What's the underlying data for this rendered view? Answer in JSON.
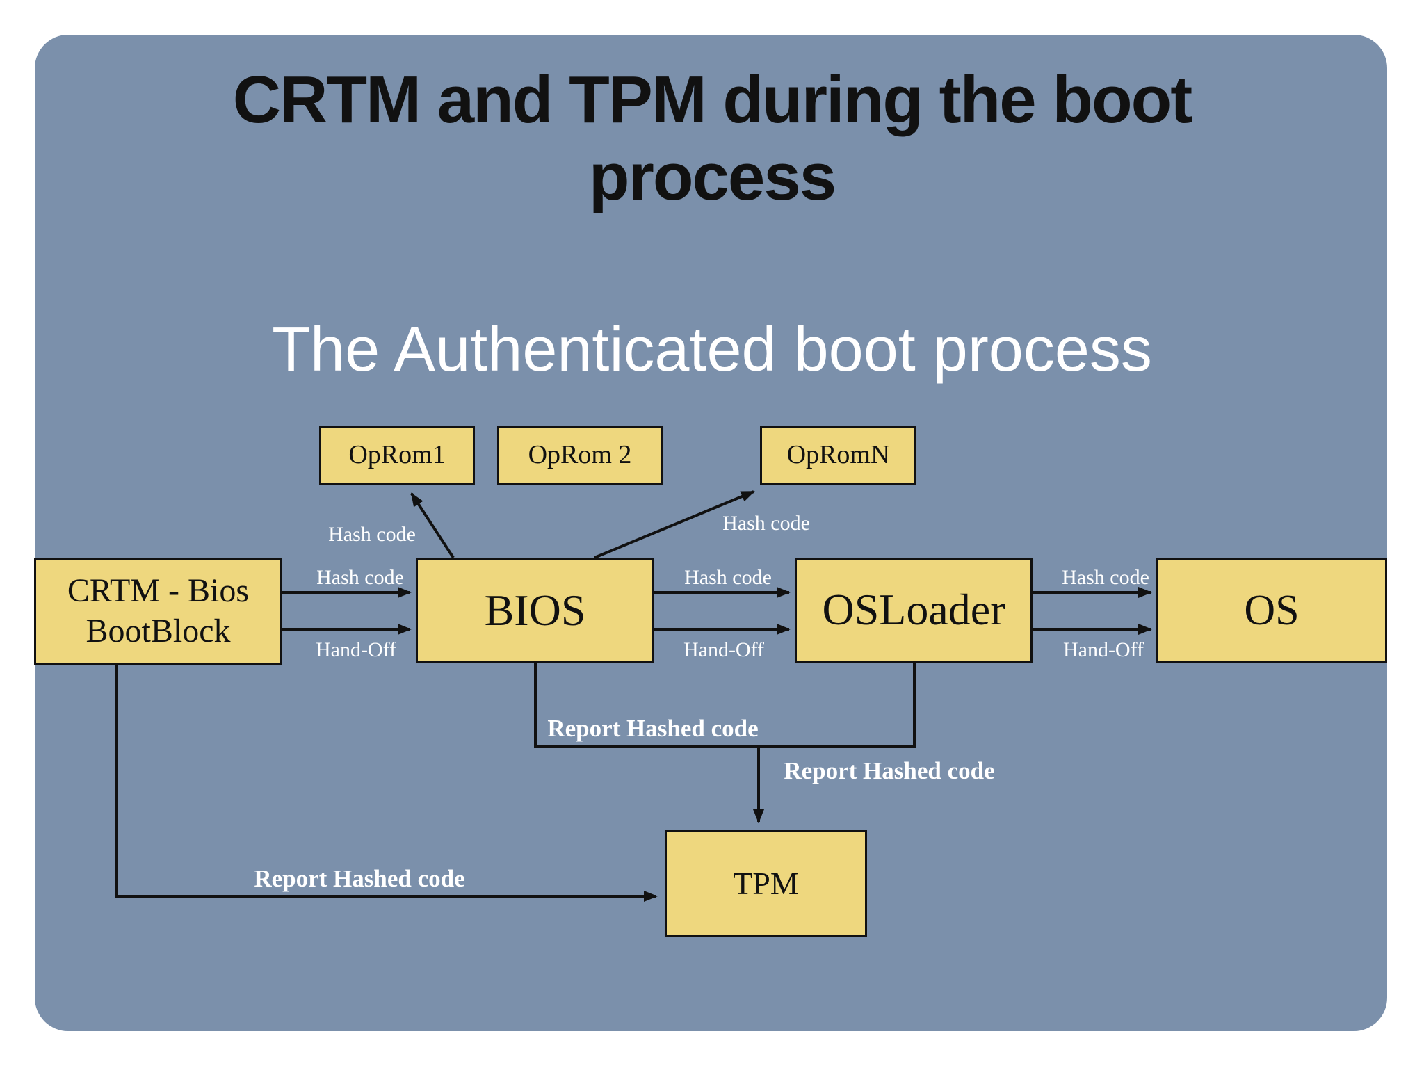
{
  "slide": {
    "title_line1": "CRTM and TPM during the boot",
    "title_line2": "process",
    "subtitle": "The Authenticated boot process"
  },
  "colors": {
    "page_background": "#ffffff",
    "slide_background": "#7b90ab",
    "box_fill": "#eed77e",
    "box_border": "#111111",
    "title_text": "#111111",
    "box_text": "#111111",
    "edge_label_text": "#ffffff",
    "connector": "#111111"
  },
  "diagram": {
    "nodes": {
      "oprom1": {
        "label": "OpRom1"
      },
      "oprom2": {
        "label": "OpRom 2"
      },
      "opromn": {
        "label": "OpRomN"
      },
      "crtm": {
        "label_line1": "CRTM - Bios",
        "label_line2": "BootBlock"
      },
      "bios": {
        "label": "BIOS"
      },
      "osloader": {
        "label": "OSLoader"
      },
      "os": {
        "label": "OS"
      },
      "tpm": {
        "label": "TPM"
      }
    },
    "edge_labels": {
      "hash_crtm_bios": "Hash code",
      "handoff_crtm_bios": "Hand-Off",
      "hash_bios_oprom1": "Hash code",
      "hash_bios_opromn": "Hash code",
      "hash_bios_osloader": "Hash code",
      "handoff_bios_osloader": "Hand-Off",
      "hash_osloader_os": "Hash code",
      "handoff_osloader_os": "Hand-Off",
      "report_bios_tpm": "Report Hashed code",
      "report_osloader_tpm": "Report Hashed code",
      "report_crtm_tpm": "Report Hashed code"
    }
  }
}
